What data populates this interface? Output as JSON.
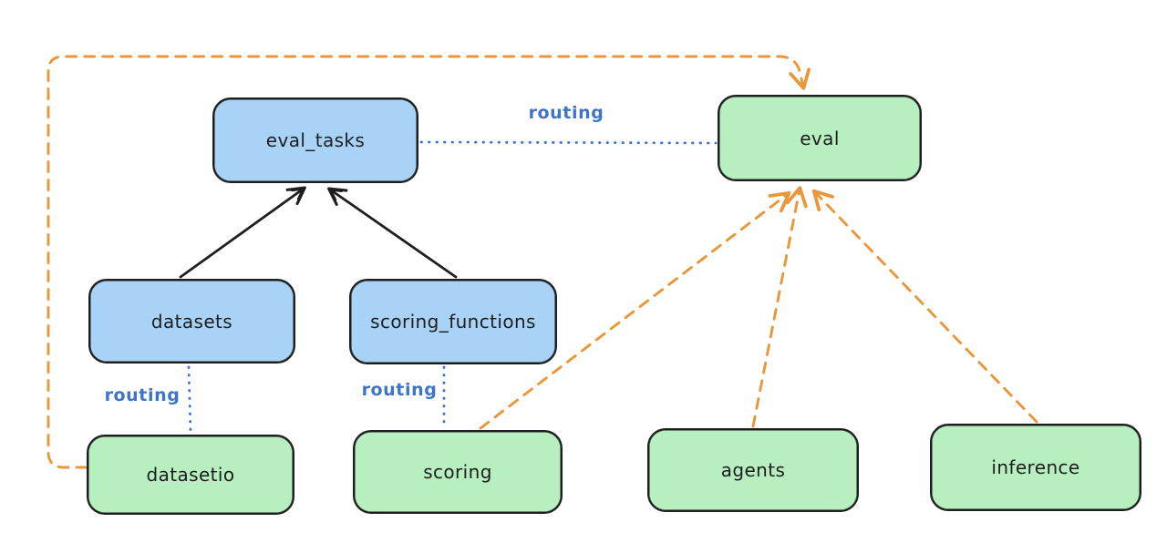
{
  "diagram": {
    "type": "flow-diagram",
    "palette": {
      "api_node_fill": "#a8d3f6",
      "provider_node_fill": "#b7efc1",
      "node_stroke": "#1e1e1e",
      "routing_blue": "#3e74c9",
      "dependency_orange": "#e8973a",
      "background": "#ffffff"
    },
    "nodes": [
      {
        "id": "eval_tasks",
        "label": "eval_tasks",
        "color": "blue"
      },
      {
        "id": "eval",
        "label": "eval",
        "color": "green"
      },
      {
        "id": "datasets",
        "label": "datasets",
        "color": "blue"
      },
      {
        "id": "scoring_functions",
        "label": "scoring_functions",
        "color": "blue"
      },
      {
        "id": "datasetio",
        "label": "datasetio",
        "color": "green"
      },
      {
        "id": "scoring",
        "label": "scoring",
        "color": "green"
      },
      {
        "id": "agents",
        "label": "agents",
        "color": "green"
      },
      {
        "id": "inference",
        "label": "inference",
        "color": "green"
      }
    ],
    "edges": [
      {
        "from": "datasets",
        "to": "eval_tasks",
        "style": "solid",
        "color": "black",
        "arrow": true,
        "label": ""
      },
      {
        "from": "scoring_functions",
        "to": "eval_tasks",
        "style": "solid",
        "color": "black",
        "arrow": true,
        "label": ""
      },
      {
        "from": "eval_tasks",
        "to": "eval",
        "style": "dotted",
        "color": "blue",
        "arrow": false,
        "label": "routing"
      },
      {
        "from": "datasets",
        "to": "datasetio",
        "style": "dotted",
        "color": "blue",
        "arrow": false,
        "label": "routing"
      },
      {
        "from": "scoring_functions",
        "to": "scoring",
        "style": "dotted",
        "color": "blue",
        "arrow": false,
        "label": "routing"
      },
      {
        "from": "datasetio",
        "to": "eval",
        "style": "dashed",
        "color": "orange",
        "arrow": true,
        "label": ""
      },
      {
        "from": "scoring",
        "to": "eval",
        "style": "dashed",
        "color": "orange",
        "arrow": true,
        "label": ""
      },
      {
        "from": "agents",
        "to": "eval",
        "style": "dashed",
        "color": "orange",
        "arrow": true,
        "label": ""
      },
      {
        "from": "inference",
        "to": "eval",
        "style": "dashed",
        "color": "orange",
        "arrow": true,
        "label": ""
      }
    ]
  }
}
